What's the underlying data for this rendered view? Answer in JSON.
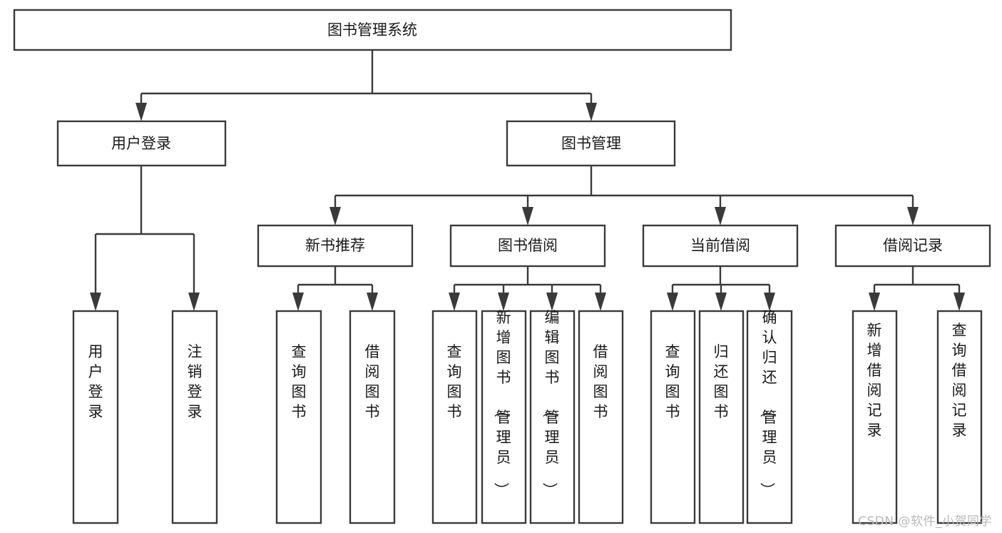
{
  "diagram": {
    "type": "tree-hierarchy-chart",
    "title": "图书管理系统",
    "watermark": "CSDN @软件_小贺同学",
    "colors": {
      "box_stroke": "#3a3a3a",
      "box_fill": "#ffffff",
      "text": "#1a1a1a",
      "connector": "#3a3a3a",
      "watermark": "#b9b9b9",
      "background": "#ffffff"
    },
    "root": {
      "label": "图书管理系统"
    },
    "level1": [
      {
        "label": "用户登录"
      },
      {
        "label": "图书管理"
      }
    ],
    "level2": [
      {
        "label": "新书推荐",
        "parent": "图书管理"
      },
      {
        "label": "图书借阅",
        "parent": "图书管理"
      },
      {
        "label": "当前借阅",
        "parent": "图书管理"
      },
      {
        "label": "借阅记录",
        "parent": "图书管理"
      }
    ],
    "leaves": {
      "user_login": [
        {
          "label": "用户登录"
        },
        {
          "label": "注销登录"
        }
      ],
      "new_book_recommend": [
        {
          "label": "查询图书"
        },
        {
          "label": "借阅图书"
        }
      ],
      "book_borrow": [
        {
          "label": "查询图书"
        },
        {
          "label": "新增图书（管理员）"
        },
        {
          "label": "编辑图书（管理员）"
        },
        {
          "label": "借阅图书"
        }
      ],
      "current_borrow": [
        {
          "label": "查询图书"
        },
        {
          "label": "归还图书"
        },
        {
          "label": "确认归还（管理员）"
        }
      ],
      "borrow_record": [
        {
          "label": "新增借阅记录"
        },
        {
          "label": "查询借阅记录"
        }
      ]
    }
  }
}
